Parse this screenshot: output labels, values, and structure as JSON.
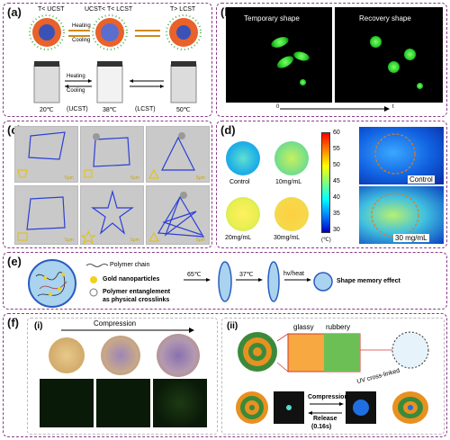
{
  "panels": {
    "a": {
      "label": "(a)",
      "states": [
        "T< UCST",
        "UCST< T< LCST",
        "T> LCST"
      ],
      "arrow_top": [
        "Heating",
        "Cooling"
      ],
      "arrow_mid": [
        "Heating",
        "Cooling"
      ],
      "temps": [
        "20℃",
        "(UCST)",
        "38℃",
        "(LCST)",
        "50℃"
      ]
    },
    "b": {
      "label": "(b)",
      "left_title": "Temporary shape",
      "right_title": "Recovery shape",
      "axis_start": "0",
      "axis_end": "t"
    },
    "c": {
      "label": "(c)",
      "scale": "5μm"
    },
    "d": {
      "label": "(d)",
      "samples": [
        "Control",
        "10mg/mL",
        "20mg/mL",
        "30mg/mL"
      ],
      "colorbar_ticks": [
        "60",
        "55",
        "50",
        "45",
        "40",
        "35",
        "30"
      ],
      "colorbar_unit": "(℃)",
      "image_labels": [
        "Control",
        "30 mg/mL"
      ]
    },
    "e": {
      "label": "(e)",
      "legend": [
        "Polymer chain",
        "Gold nanoparticles",
        "Polymer entanglement",
        "as physical crosslinks"
      ],
      "steps": [
        "65℃",
        "37℃",
        "hv/heat"
      ],
      "result": "Shape memory effect"
    },
    "f": {
      "label": "(f)",
      "sub_i": "(i)",
      "sub_ii": "(ii)",
      "compression": "Compression",
      "glassy": "glassy",
      "rubbery": "rubbery",
      "uv": "UV cross-linked",
      "compression2": "Compression",
      "release": "Release",
      "release_time": "(0.16s)"
    }
  }
}
